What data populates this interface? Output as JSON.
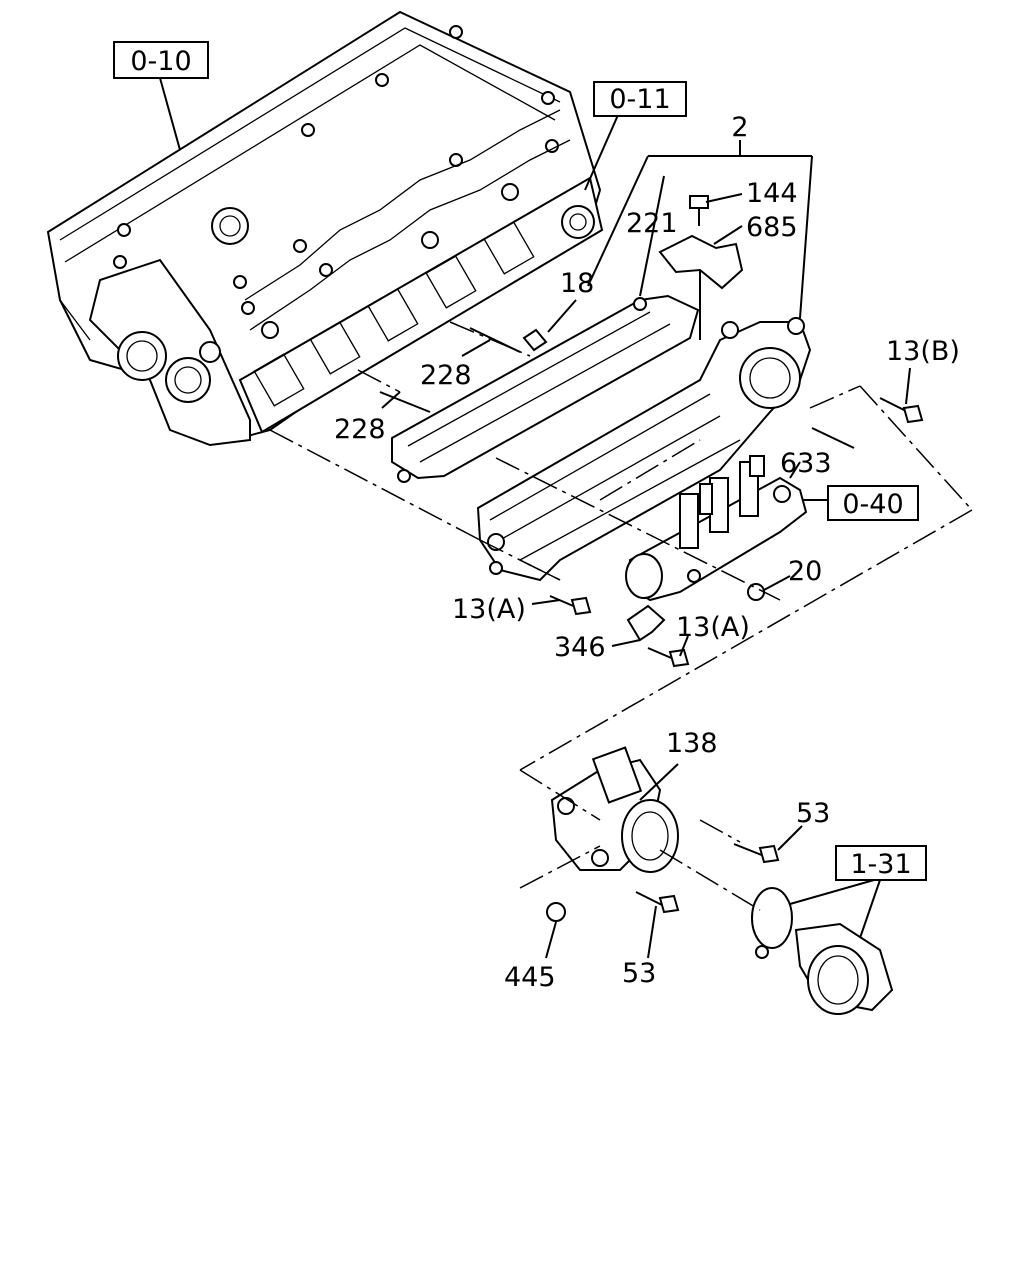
{
  "diagram": {
    "refs": {
      "r_0_10": "0-10",
      "r_0_11": "0-11",
      "r_0_40": "0-40",
      "r_1_31": "1-31"
    },
    "labels": {
      "p2": "2",
      "p144": "144",
      "p221": "221",
      "p685": "685",
      "p18": "18",
      "p228a": "228",
      "p228b": "228",
      "p13b": "13(B)",
      "p633": "633",
      "p20": "20",
      "p13a1": "13(A)",
      "p13a2": "13(A)",
      "p346": "346",
      "p138": "138",
      "p53a": "53",
      "p53b": "53",
      "p445": "445"
    }
  }
}
